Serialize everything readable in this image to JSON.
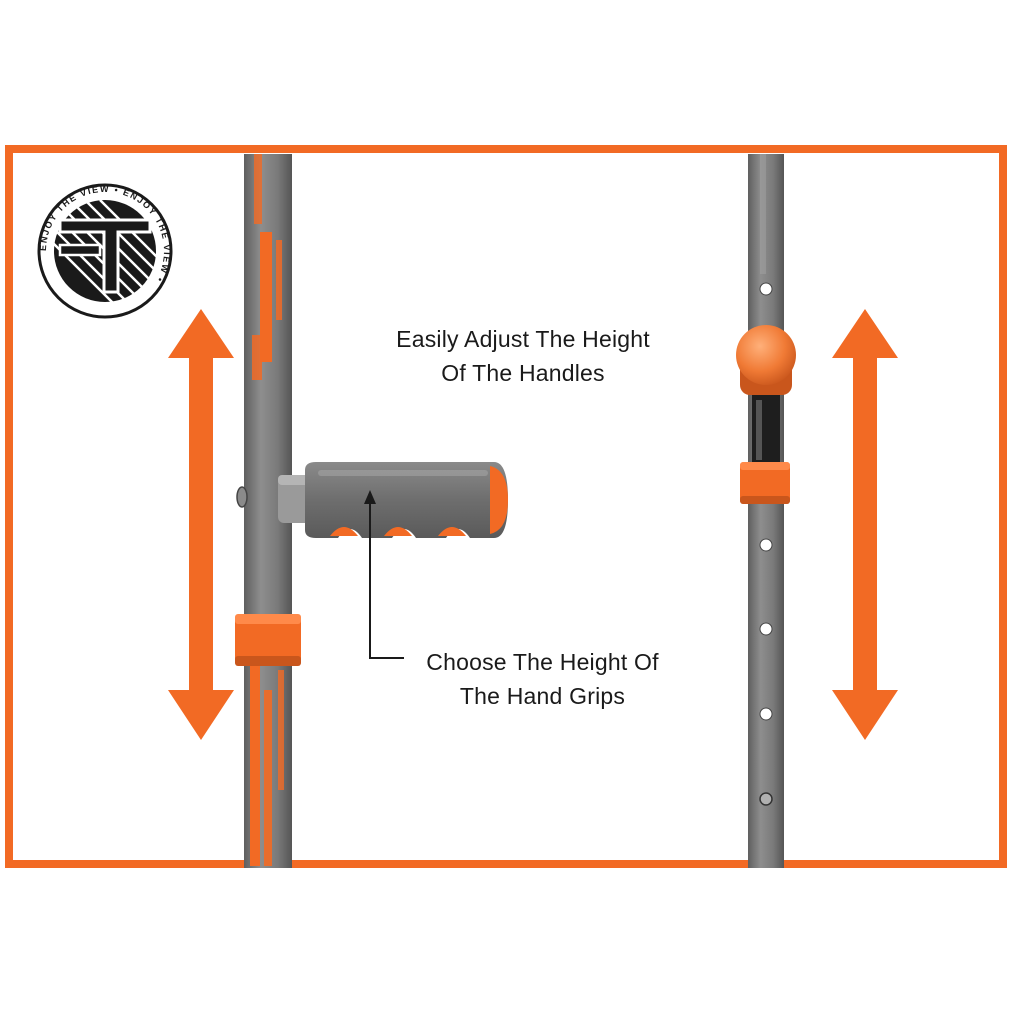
{
  "brand": {
    "logo_ring_text": "ENJOY THE VIEW • ENJOY THE VIEW •"
  },
  "captions": {
    "top_line1": "Easily Adjust The Height",
    "top_line2": "Of The Handles",
    "bottom_line1": "Choose The Height Of",
    "bottom_line2": "The Hand Grips"
  },
  "colors": {
    "accent": "#f26a24",
    "pole": "#7d7d7d",
    "grip": "#6f6f6f",
    "text": "#1a1a1a",
    "background": "#ffffff"
  },
  "icons": [
    "logo-emblem",
    "up-down-arrow-left",
    "up-down-arrow-right",
    "pointer-line"
  ]
}
